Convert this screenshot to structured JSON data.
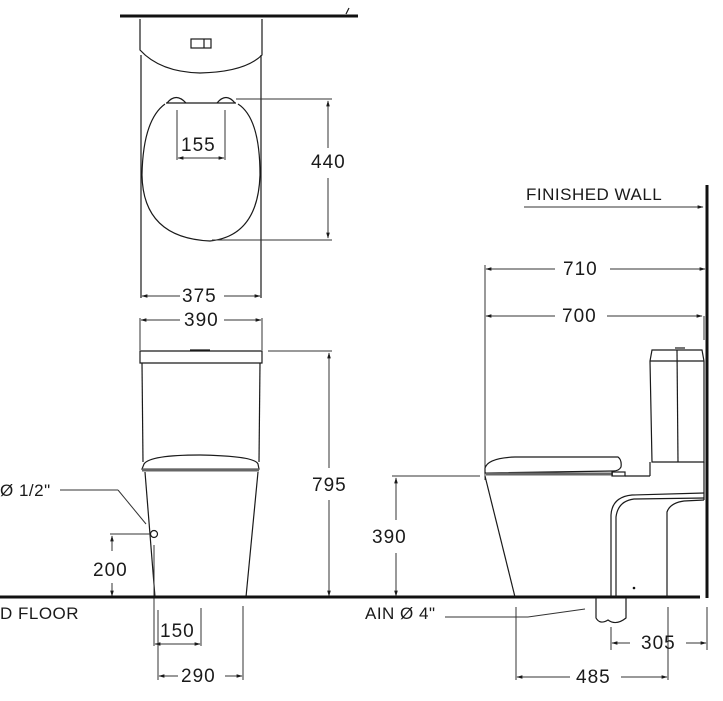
{
  "drawing": {
    "type": "toilet dimension drawing",
    "views": [
      "top-view",
      "front-view",
      "side-view"
    ],
    "units": "mm"
  },
  "labels": {
    "finished_wall": "FINISHED  WALL",
    "floor": "D  FLOOR",
    "water_inlet": "Ø 1/2\"",
    "drain": "AIN Ø 4\""
  },
  "dimensions": {
    "seat_hinge_spacing": "155",
    "seat_length": "440",
    "seat_width": "375",
    "tank_width": "390",
    "total_height": "795",
    "inlet_height": "200",
    "inlet_offset": "150",
    "base_width": "290",
    "total_depth": "710",
    "bowl_depth": "700",
    "seat_height": "390",
    "rough_in": "305",
    "drain_to_front": "485"
  },
  "colors": {
    "line": "#1a1a1a",
    "background": "#ffffff"
  }
}
